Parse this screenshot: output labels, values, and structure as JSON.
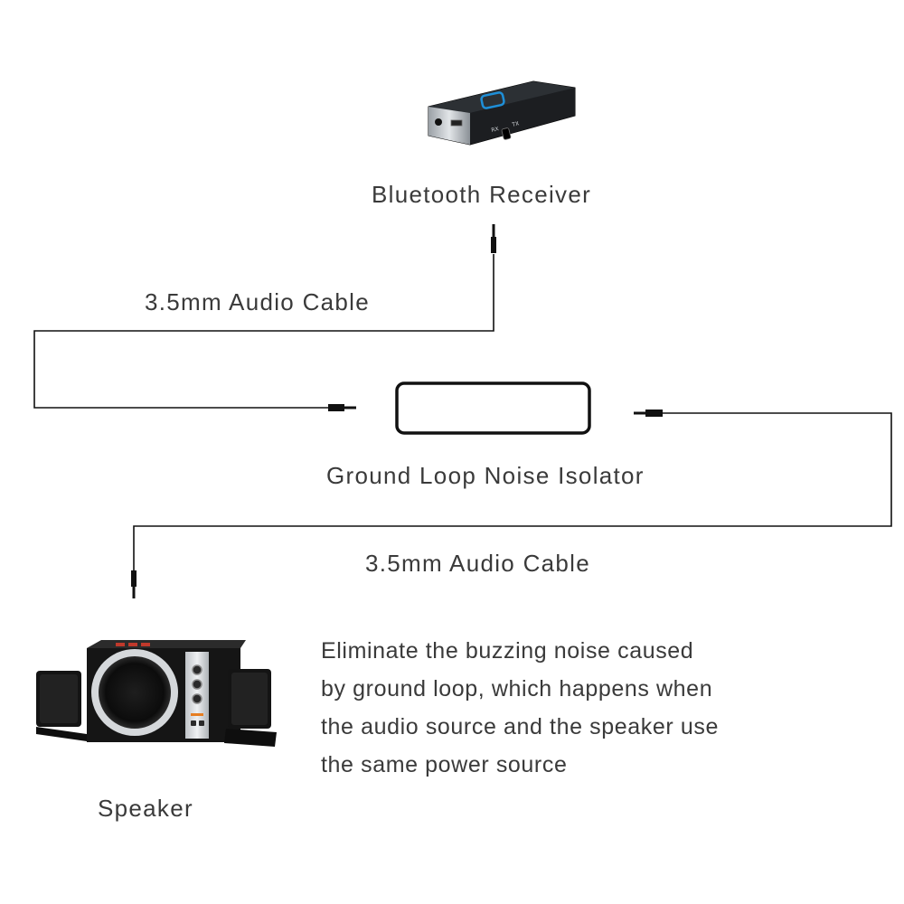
{
  "devices": {
    "bluetooth_receiver": {
      "label": "Bluetooth Receiver",
      "port_rx": "RX",
      "port_tx": "TX"
    },
    "isolator": {
      "label": "Ground Loop Noise Isolator"
    },
    "speaker": {
      "label": "Speaker"
    }
  },
  "cables": {
    "top": {
      "label": "3.5mm Audio Cable"
    },
    "bottom": {
      "label": "3.5mm Audio Cable"
    }
  },
  "description": {
    "lines": [
      "Eliminate the buzzing noise caused",
      "by ground loop, which happens when",
      "the audio source and the speaker use",
      "the same power source"
    ]
  },
  "colors": {
    "line": "#111111",
    "text": "#3a3a3a",
    "receiver_led": "#1e8fd8"
  }
}
